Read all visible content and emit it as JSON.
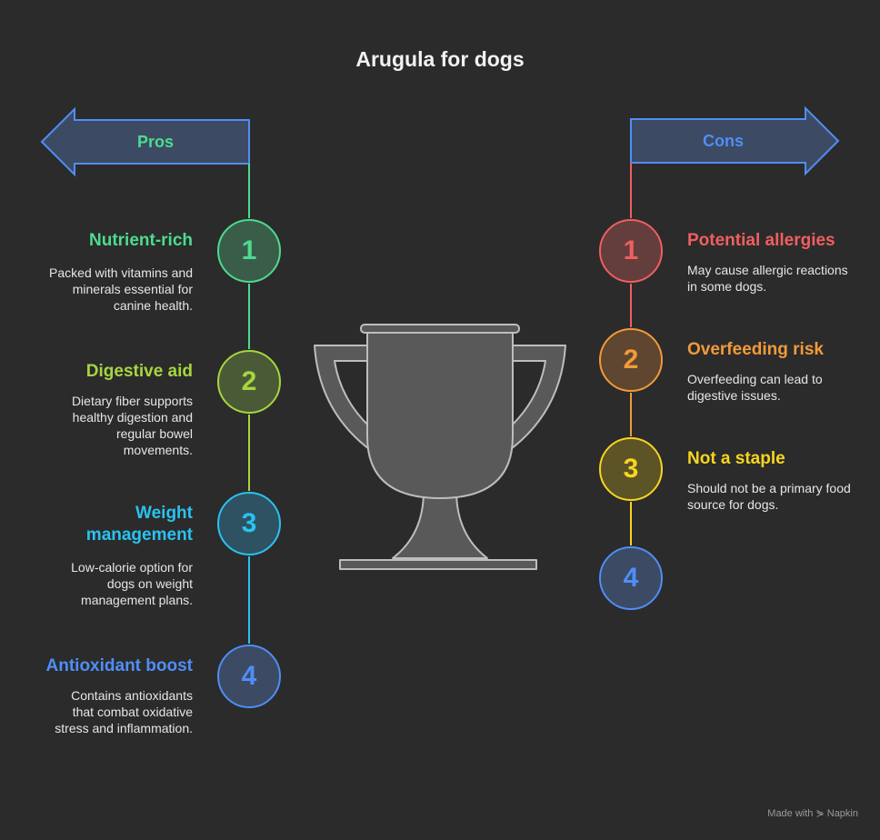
{
  "title": "Arugula for dogs",
  "pros": {
    "label": "Pros",
    "color": "#4ddb8f",
    "items": [
      {
        "num": "1",
        "title": "Nutrient-rich",
        "desc": "Packed with vitamins and minerals essential for canine health.",
        "color": "#4ddb8f"
      },
      {
        "num": "2",
        "title": "Digestive aid",
        "desc": "Dietary fiber supports healthy digestion and regular bowel movements.",
        "color": "#a6d63f"
      },
      {
        "num": "3",
        "title": "Weight management",
        "desc": "Low-calorie option for dogs on weight management plans.",
        "color": "#29c3f0"
      },
      {
        "num": "4",
        "title": "Antioxidant boost",
        "desc": "Contains antioxidants that combat oxidative stress and inflammation.",
        "color": "#4f8ef7"
      }
    ]
  },
  "cons": {
    "label": "Cons",
    "color": "#4f8ef7",
    "items": [
      {
        "num": "1",
        "title": "Potential allergies",
        "desc": "May cause allergic reactions in some dogs.",
        "color": "#ef5f5f"
      },
      {
        "num": "2",
        "title": "Overfeeding risk",
        "desc": "Overfeeding can lead to digestive issues.",
        "color": "#f29a3a"
      },
      {
        "num": "3",
        "title": "Not a staple",
        "desc": "Should not be a primary food source for dogs.",
        "color": "#f7d51f"
      },
      {
        "num": "4",
        "title": "",
        "desc": "",
        "color": "#4f8ef7"
      }
    ]
  },
  "footer": "Made with ⋟ Napkin"
}
